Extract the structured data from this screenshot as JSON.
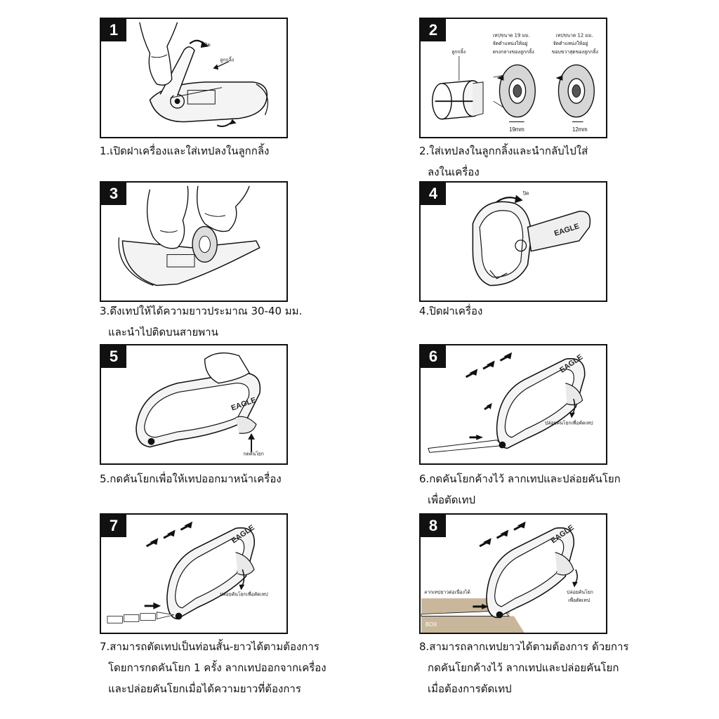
{
  "steps": [
    {
      "number": "1",
      "caption": [
        "1.เปิดฝาเครื่องและใส่เทปลงในลูกกลิ้ง"
      ],
      "labels": {
        "open": "เปิด",
        "roller": "ลูกกลิ้ง"
      }
    },
    {
      "number": "2",
      "caption": [
        "2.ใส่เทปลงในลูกกลิ้งและนำกลับไปใส่",
        "ลงในเครื่อง"
      ],
      "labels": {
        "roller": "ลูกกลิ้ง",
        "tape19_line1": "เทปขนาด 19 มม.",
        "tape19_line2": "จัดตำแหน่งให้อยู่",
        "tape19_line3": "ตรงกลางของลูกกลิ้ง",
        "tape12_line1": "เทปขนาด 12 มม.",
        "tape12_line2": "จัดตำแหน่งให้อยู่",
        "tape12_line3": "ขอบขวาสุดของลูกกลิ้ง",
        "size19": "19mm",
        "size12": "12mm"
      }
    },
    {
      "number": "3",
      "caption": [
        "3.ดึงเทปให้ได้ความยาวประมาณ 30-40 มม.",
        "และนำไปติดบนสายพาน"
      ],
      "labels": {}
    },
    {
      "number": "4",
      "caption": [
        "4.ปิดฝาเครื่อง"
      ],
      "labels": {
        "close": "ปิด",
        "brand": "EAGLE"
      }
    },
    {
      "number": "5",
      "caption": [
        "5.กดคันโยกเพื่อให้เทปออกมาหน้าเครื่อง"
      ],
      "labels": {
        "press_lever": "กดคันโยก",
        "brand": "EAGLE"
      }
    },
    {
      "number": "6",
      "caption": [
        "6.กดคันโยกค้างไว้ ลากเทปและปล่อยคันโยก",
        "เพื่อตัดเทป"
      ],
      "labels": {
        "release": "ปล่อยคันโยกเพื่อตัดเทป",
        "brand": "EAGLE"
      }
    },
    {
      "number": "7",
      "caption": [
        "7.สามารถตัดเทปเป็นท่อนสั้น-ยาวได้ตามต้องการ",
        "โดยการกดคันโยก 1 ครั้ง ลากเทปออกจากเครื่อง",
        "และปล่อยคันโยกเมื่อได้ความยาวที่ต้องการ"
      ],
      "labels": {
        "release": "ปล่อยคันโยกเพื่อตัดเทป",
        "brand": "EAGLE"
      }
    },
    {
      "number": "8",
      "caption": [
        "8.สามารถลากเทปยาวได้ตามต้องการ ด้วยการ",
        "กดคันโยกค้างไว้ ลากเทปและปล่อยคันโยก",
        "เมื่อต้องการตัดเทป"
      ],
      "labels": {
        "drag_continuous": "ลากเทปยาวต่อเนื่องได้",
        "release_line1": "ปล่อยคันโยก",
        "release_line2": "เพื่อตัดเทป",
        "box": "BOX",
        "brand": "EAGLE"
      }
    }
  ],
  "colors": {
    "ink": "#111111",
    "box": "#c9b79c",
    "panel_bg": "#ffffff"
  }
}
